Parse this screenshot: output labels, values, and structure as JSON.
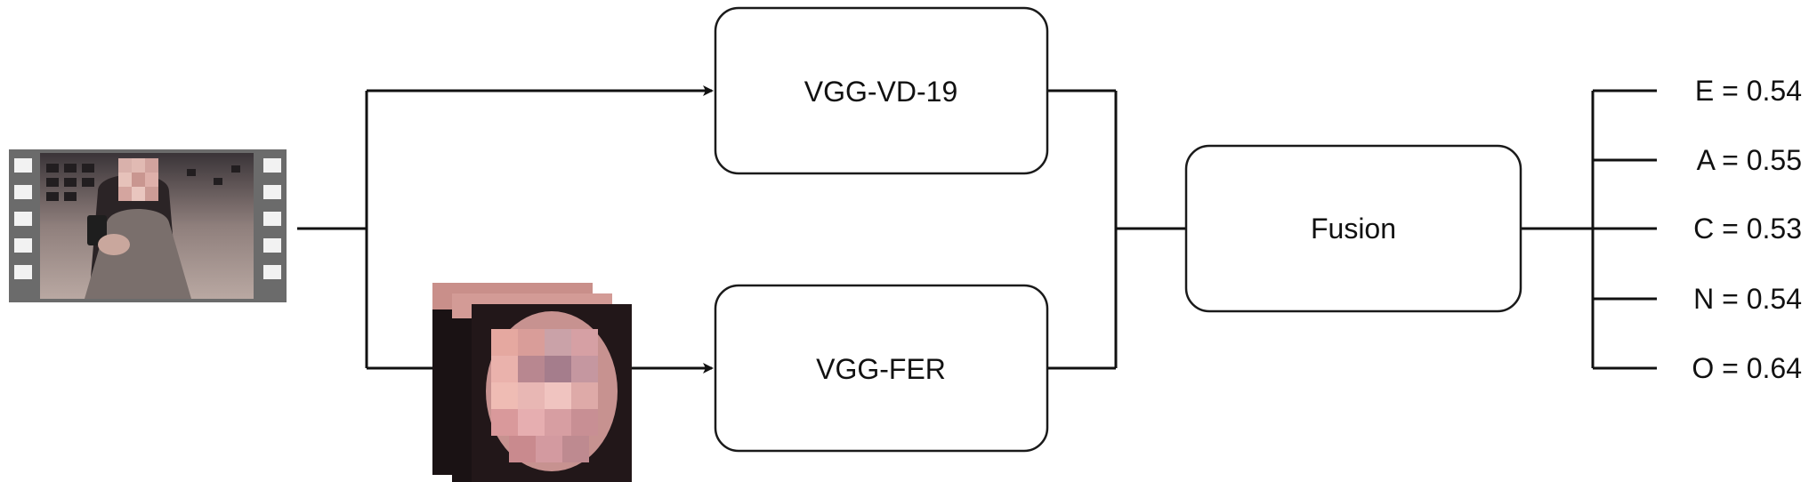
{
  "nodes": {
    "vgg_vd": {
      "label": "VGG-VD-19"
    },
    "vgg_fer": {
      "label": "VGG-FER"
    },
    "fusion": {
      "label": "Fusion"
    }
  },
  "outputs": [
    {
      "label": "E = 0.54"
    },
    {
      "label": "A = 0.55"
    },
    {
      "label": "C = 0.53"
    },
    {
      "label": "N = 0.54"
    },
    {
      "label": "O = 0.64"
    }
  ],
  "colors": {
    "line": "#111111",
    "box_border": "#1a1a1a",
    "film_frame": "#6b6b6b",
    "film_hole": "#f2f2f2"
  }
}
